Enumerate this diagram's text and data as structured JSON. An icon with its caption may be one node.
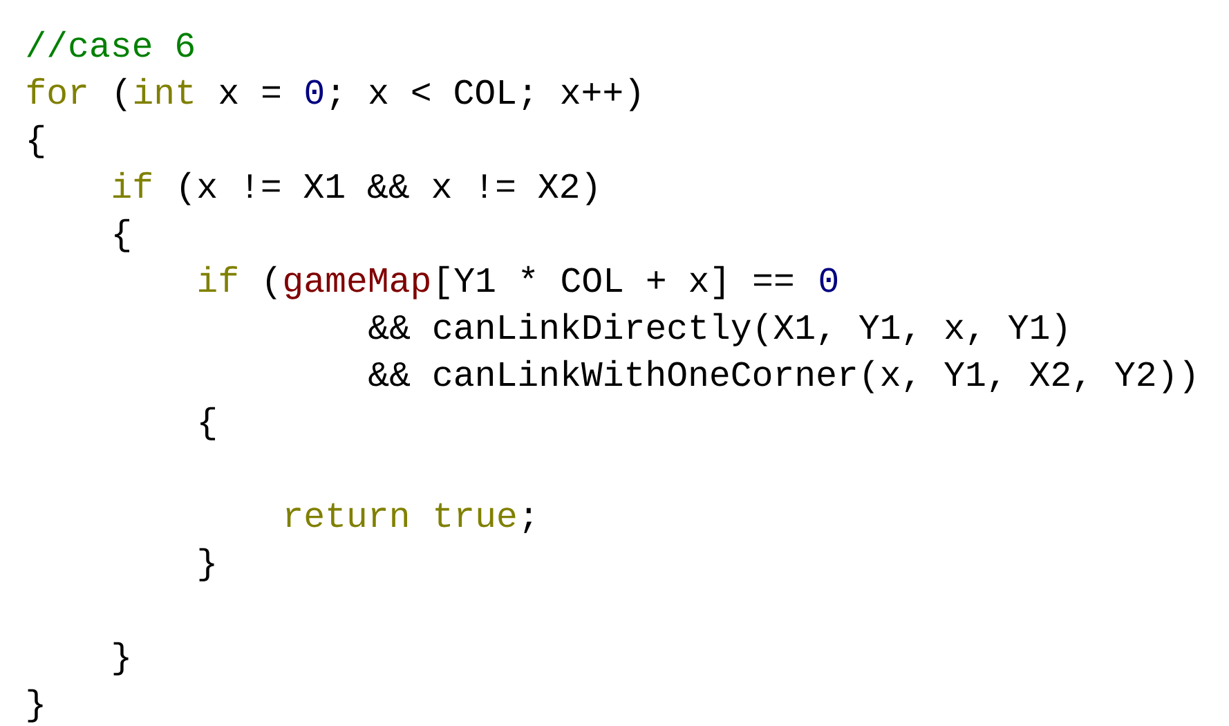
{
  "diagram": {
    "labels": [
      "//case 6",
      "for",
      "(",
      "int",
      "x =",
      "0",
      "; x < COL; x++)",
      "{",
      "if",
      "(x != X1 && x != X2)",
      "{",
      "if",
      "(",
      "gameMap",
      "[Y1 * COL + x] ==",
      "0",
      "&& canLinkDirectly(X1, Y1, x, Y1)",
      "&& canLinkWithOneCorner(x, Y1, X2, Y2))",
      "{",
      "return",
      "true",
      ";",
      "}",
      "}",
      "}"
    ]
  }
}
